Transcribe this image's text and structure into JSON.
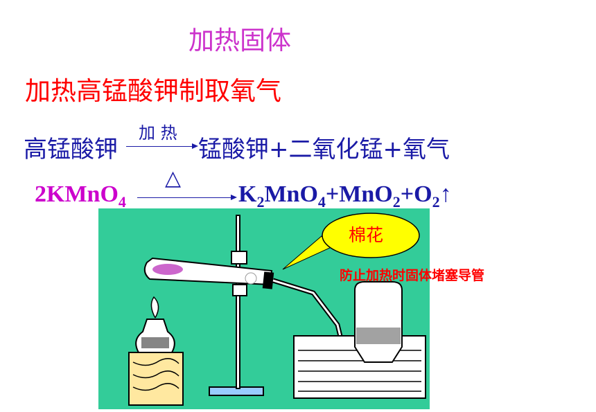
{
  "titles": {
    "heading": "加热固体",
    "subheading": "加热高锰酸钾制取氧气"
  },
  "word_equation": {
    "reactant": "高锰酸钾",
    "condition": "加  热",
    "products": "锰酸钾+二氧化锰+氧气"
  },
  "chemical_equation": {
    "condition_symbol": "△",
    "reactant_coef": "2KMnO",
    "reactant_sub": "4",
    "p1a": "K",
    "p1s1": "2",
    "p1b": "MnO",
    "p1s2": "4",
    "plus1": "+MnO",
    "p2s": "2",
    "plus2": "+O",
    "p3s": "2",
    "gas_arrow": "↑"
  },
  "callout": {
    "label": "棉花",
    "note": "防止加热时固体堵塞导管"
  },
  "colors": {
    "heading": "#cc33cc",
    "subheading": "#ff0000",
    "equation_text": "#1a1aa6",
    "chem_reactant": "#cc00cc",
    "chem_products": "#1a1aa6",
    "diagram_background": "#33cc99",
    "bubble_fill": "#ffff00"
  }
}
